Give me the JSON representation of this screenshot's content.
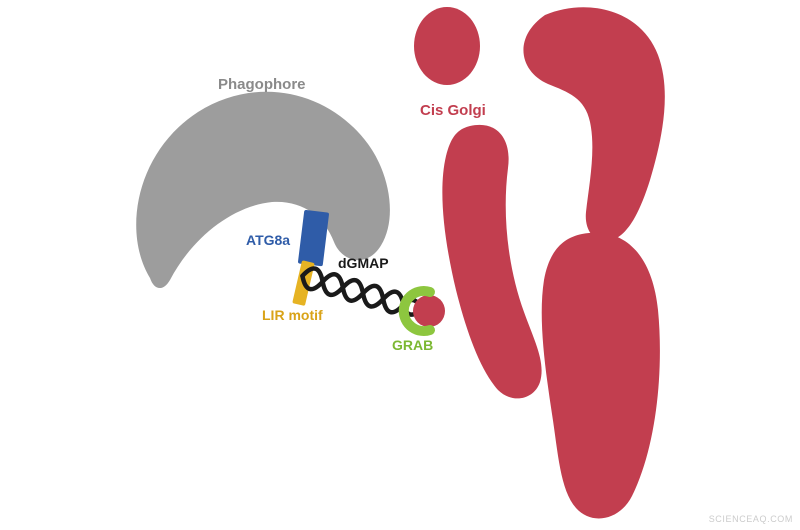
{
  "figure": {
    "background": "#ffffff",
    "watermark": "SCIENCEAQ.COM",
    "elements": {
      "phagophore": {
        "label": "Phagophore",
        "label_color": "#8a8a8a",
        "fill": "#9d9d9d"
      },
      "cis_golgi": {
        "label": "Cis Golgi",
        "label_color": "#c23e4f",
        "fill": "#c23e4f"
      },
      "atg8a": {
        "label": "ATG8a",
        "label_color": "#2f5ca8",
        "fill": "#2f5ca8"
      },
      "lir_motif": {
        "label": "LIR motif",
        "label_color": "#d9a318",
        "fill": "#e6b323"
      },
      "dgmap": {
        "label": "dGMAP",
        "label_color": "#1a1a1a",
        "stroke": "#1a1a1a"
      },
      "grab": {
        "label": "GRAB",
        "label_color": "#7cb832",
        "fill": "#8dc63f",
        "vesicle_fill": "#c23e4f"
      }
    }
  }
}
